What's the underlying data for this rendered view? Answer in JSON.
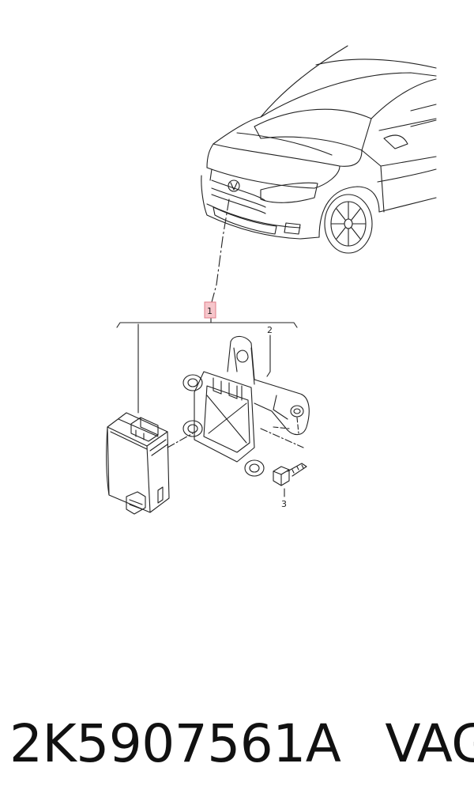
{
  "diagram": {
    "callouts": [
      {
        "id": "1",
        "label": "1"
      },
      {
        "id": "2",
        "label": "2"
      },
      {
        "id": "3",
        "label": "3"
      }
    ],
    "colors": {
      "line": "#222222",
      "callout_highlight": "#f6c6cb",
      "callout_highlight_border": "#e07c88"
    }
  },
  "caption": {
    "part_number": "2K5907561A",
    "brand": "VAG"
  }
}
